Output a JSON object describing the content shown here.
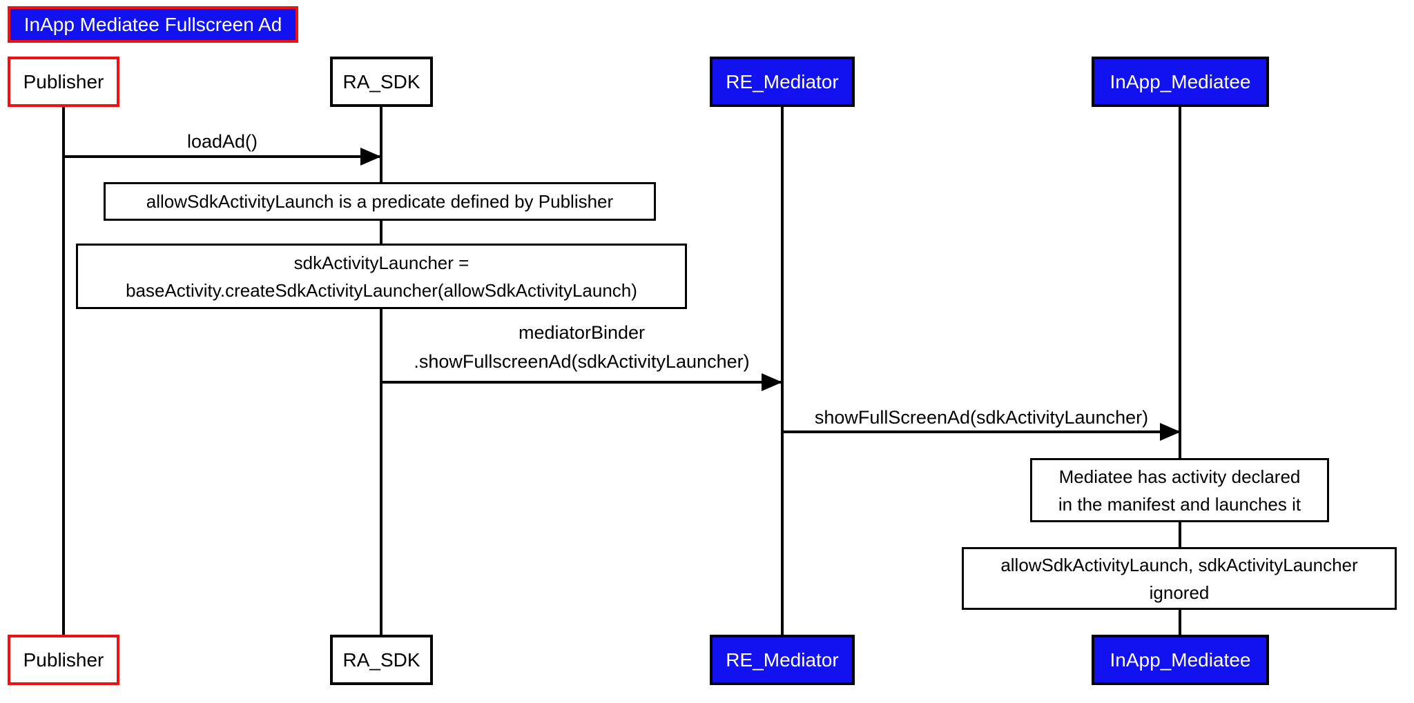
{
  "title": "InApp Mediatee Fullscreen Ad",
  "participants": [
    {
      "id": "publisher",
      "label": "Publisher",
      "style": "white-fill-red-border"
    },
    {
      "id": "ra-sdk",
      "label": "RA_SDK",
      "style": "white-fill-black-border"
    },
    {
      "id": "re-mediator",
      "label": "RE_Mediator",
      "style": "blue-fill-black-border"
    },
    {
      "id": "inapp-mediatee",
      "label": "InApp_Mediatee",
      "style": "blue-fill-black-border"
    }
  ],
  "messages": [
    {
      "from": "Publisher",
      "to": "RA_SDK",
      "label": "loadAd()"
    },
    {
      "from": "RA_SDK",
      "to": "RE_Mediator",
      "label": "mediatorBinder\n.showFullscreenAd(sdkActivityLauncher)"
    },
    {
      "from": "RE_Mediator",
      "to": "InApp_Mediatee",
      "label": "showFullScreenAd(sdkActivityLauncher)"
    }
  ],
  "notes": [
    {
      "over": "RA_SDK",
      "text": "allowSdkActivityLaunch is a predicate defined by Publisher"
    },
    {
      "over": "RA_SDK",
      "text": "sdkActivityLauncher =\nbaseActivity.createSdkActivityLauncher(allowSdkActivityLaunch)"
    },
    {
      "over": "InApp_Mediatee",
      "text": "Mediatee has activity declared\nin the manifest and launches it"
    },
    {
      "over": "InApp_Mediatee",
      "text": "allowSdkActivityLaunch, sdkActivityLauncher\nignored"
    }
  ],
  "colors": {
    "blue": "#1212f0",
    "red": "#ee1111",
    "line": "#000000",
    "background": "#ffffff"
  }
}
